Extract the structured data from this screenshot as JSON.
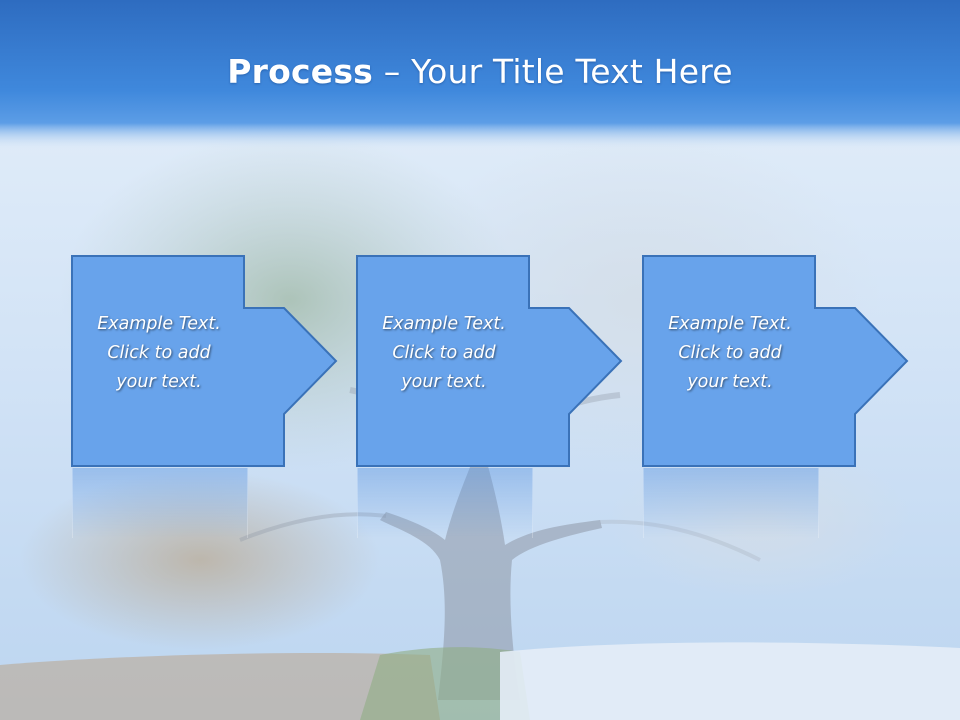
{
  "title": {
    "bold": "Process",
    "rest": " – Your Title Text Here"
  },
  "steps": [
    {
      "line1": "Example Text.",
      "line2": "Click  to add",
      "line3": "your text."
    },
    {
      "line1": "Example Text.",
      "line2": "Click  to add",
      "line3": "your text."
    },
    {
      "line1": "Example Text.",
      "line2": "Click  to add",
      "line3": "your text."
    }
  ],
  "colors": {
    "title_bar": "#3f86d6",
    "box_fill": "#6aa6ec",
    "box_border": "#3a72b8",
    "sky": "#cfe0f4"
  }
}
